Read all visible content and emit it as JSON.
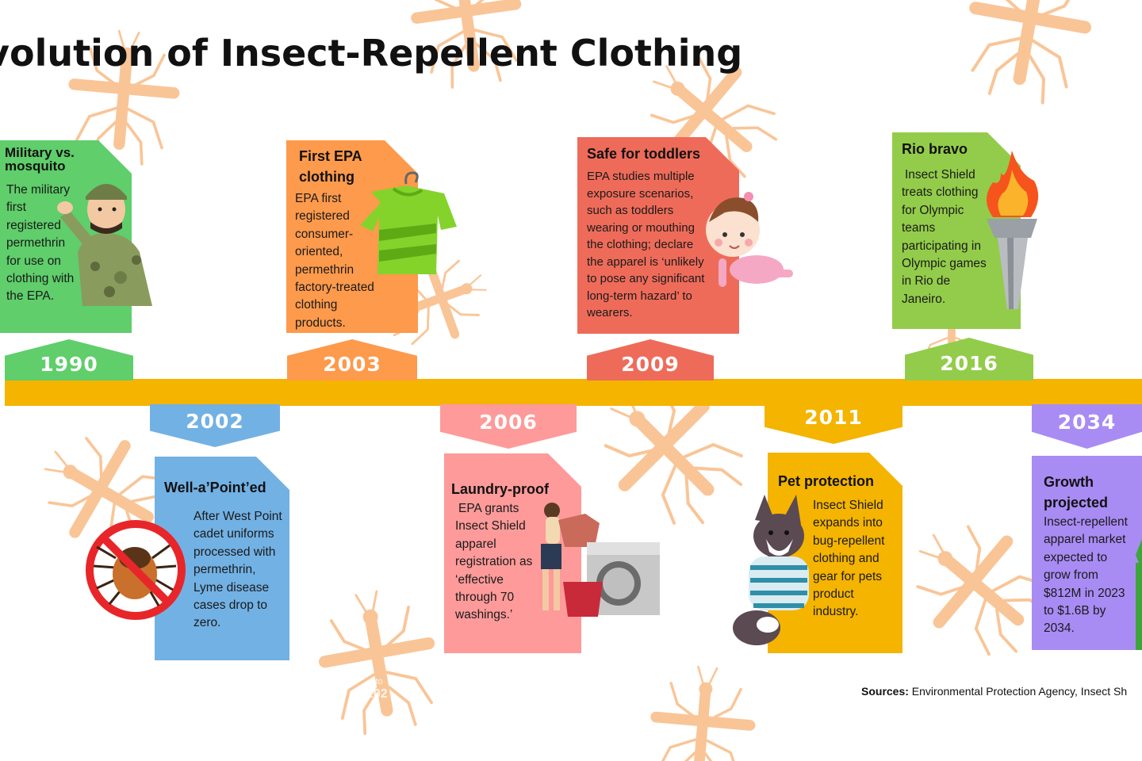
{
  "title": "volution of Insect-Repellent Clothing",
  "colors": {
    "timeline": "#f4b400",
    "mosquito": "#f9c597",
    "green": "#5fce6b",
    "orange": "#fd9a4c",
    "red": "#ee6b5a",
    "lime": "#93cc4a",
    "blue": "#72b1e4",
    "pink": "#fe9a9a",
    "yellow": "#f4b400",
    "purple": "#a98bf4"
  },
  "events": [
    {
      "year": "1990",
      "title": "Military vs. mosquito",
      "body": "The military first registered permethrin for use on clothing with the EPA.",
      "icon": "soldier-icon"
    },
    {
      "year": "2002",
      "title": "Well-a’Point’ed",
      "body": "After West Point cadet uniforms processed with permethrin, Lyme disease cases drop to zero.",
      "icon": "no-tick-icon"
    },
    {
      "year": "2003",
      "title": "First EPA clothing",
      "body": "EPA first registered consumer-oriented, permethrin factory-treated clothing products.",
      "icon": "shirt-icon"
    },
    {
      "year": "2006",
      "title": "Laundry-proof",
      "body": "EPA grants Insect Shield apparel registration as ‘effective through 70 washings.’",
      "icon": "washing-machine-icon"
    },
    {
      "year": "2009",
      "title": "Safe for toddlers",
      "body": "EPA studies multiple exposure scenarios, such as toddlers wearing or mouthing the clothing; declare the apparel is ‘unlikely to pose any significant long-term hazard’ to wearers.",
      "icon": "toddler-icon"
    },
    {
      "year": "2011",
      "title": "Pet protection",
      "body": "Insect Shield expands into bug-repellent clothing and gear for pets product industry.",
      "icon": "dog-icon"
    },
    {
      "year": "2016",
      "title": "Rio bravo",
      "body": "Insect Shield treats clothing for Olympic teams participating in Olympic games in Rio de Janeiro.",
      "icon": "torch-icon"
    },
    {
      "year": "2034",
      "title": "Growth projected",
      "body": "Insect-repellent apparel market expected to grow from $812M in 2023 to $1.6B by 2034.",
      "icon": "growth-arrow-icon"
    }
  ],
  "sources": {
    "label": "Sources:",
    "text": " Environmental Protection Agency, Insect Sh"
  },
  "faint_credit": {
    "line1": "cto",
    "line2": "202"
  }
}
